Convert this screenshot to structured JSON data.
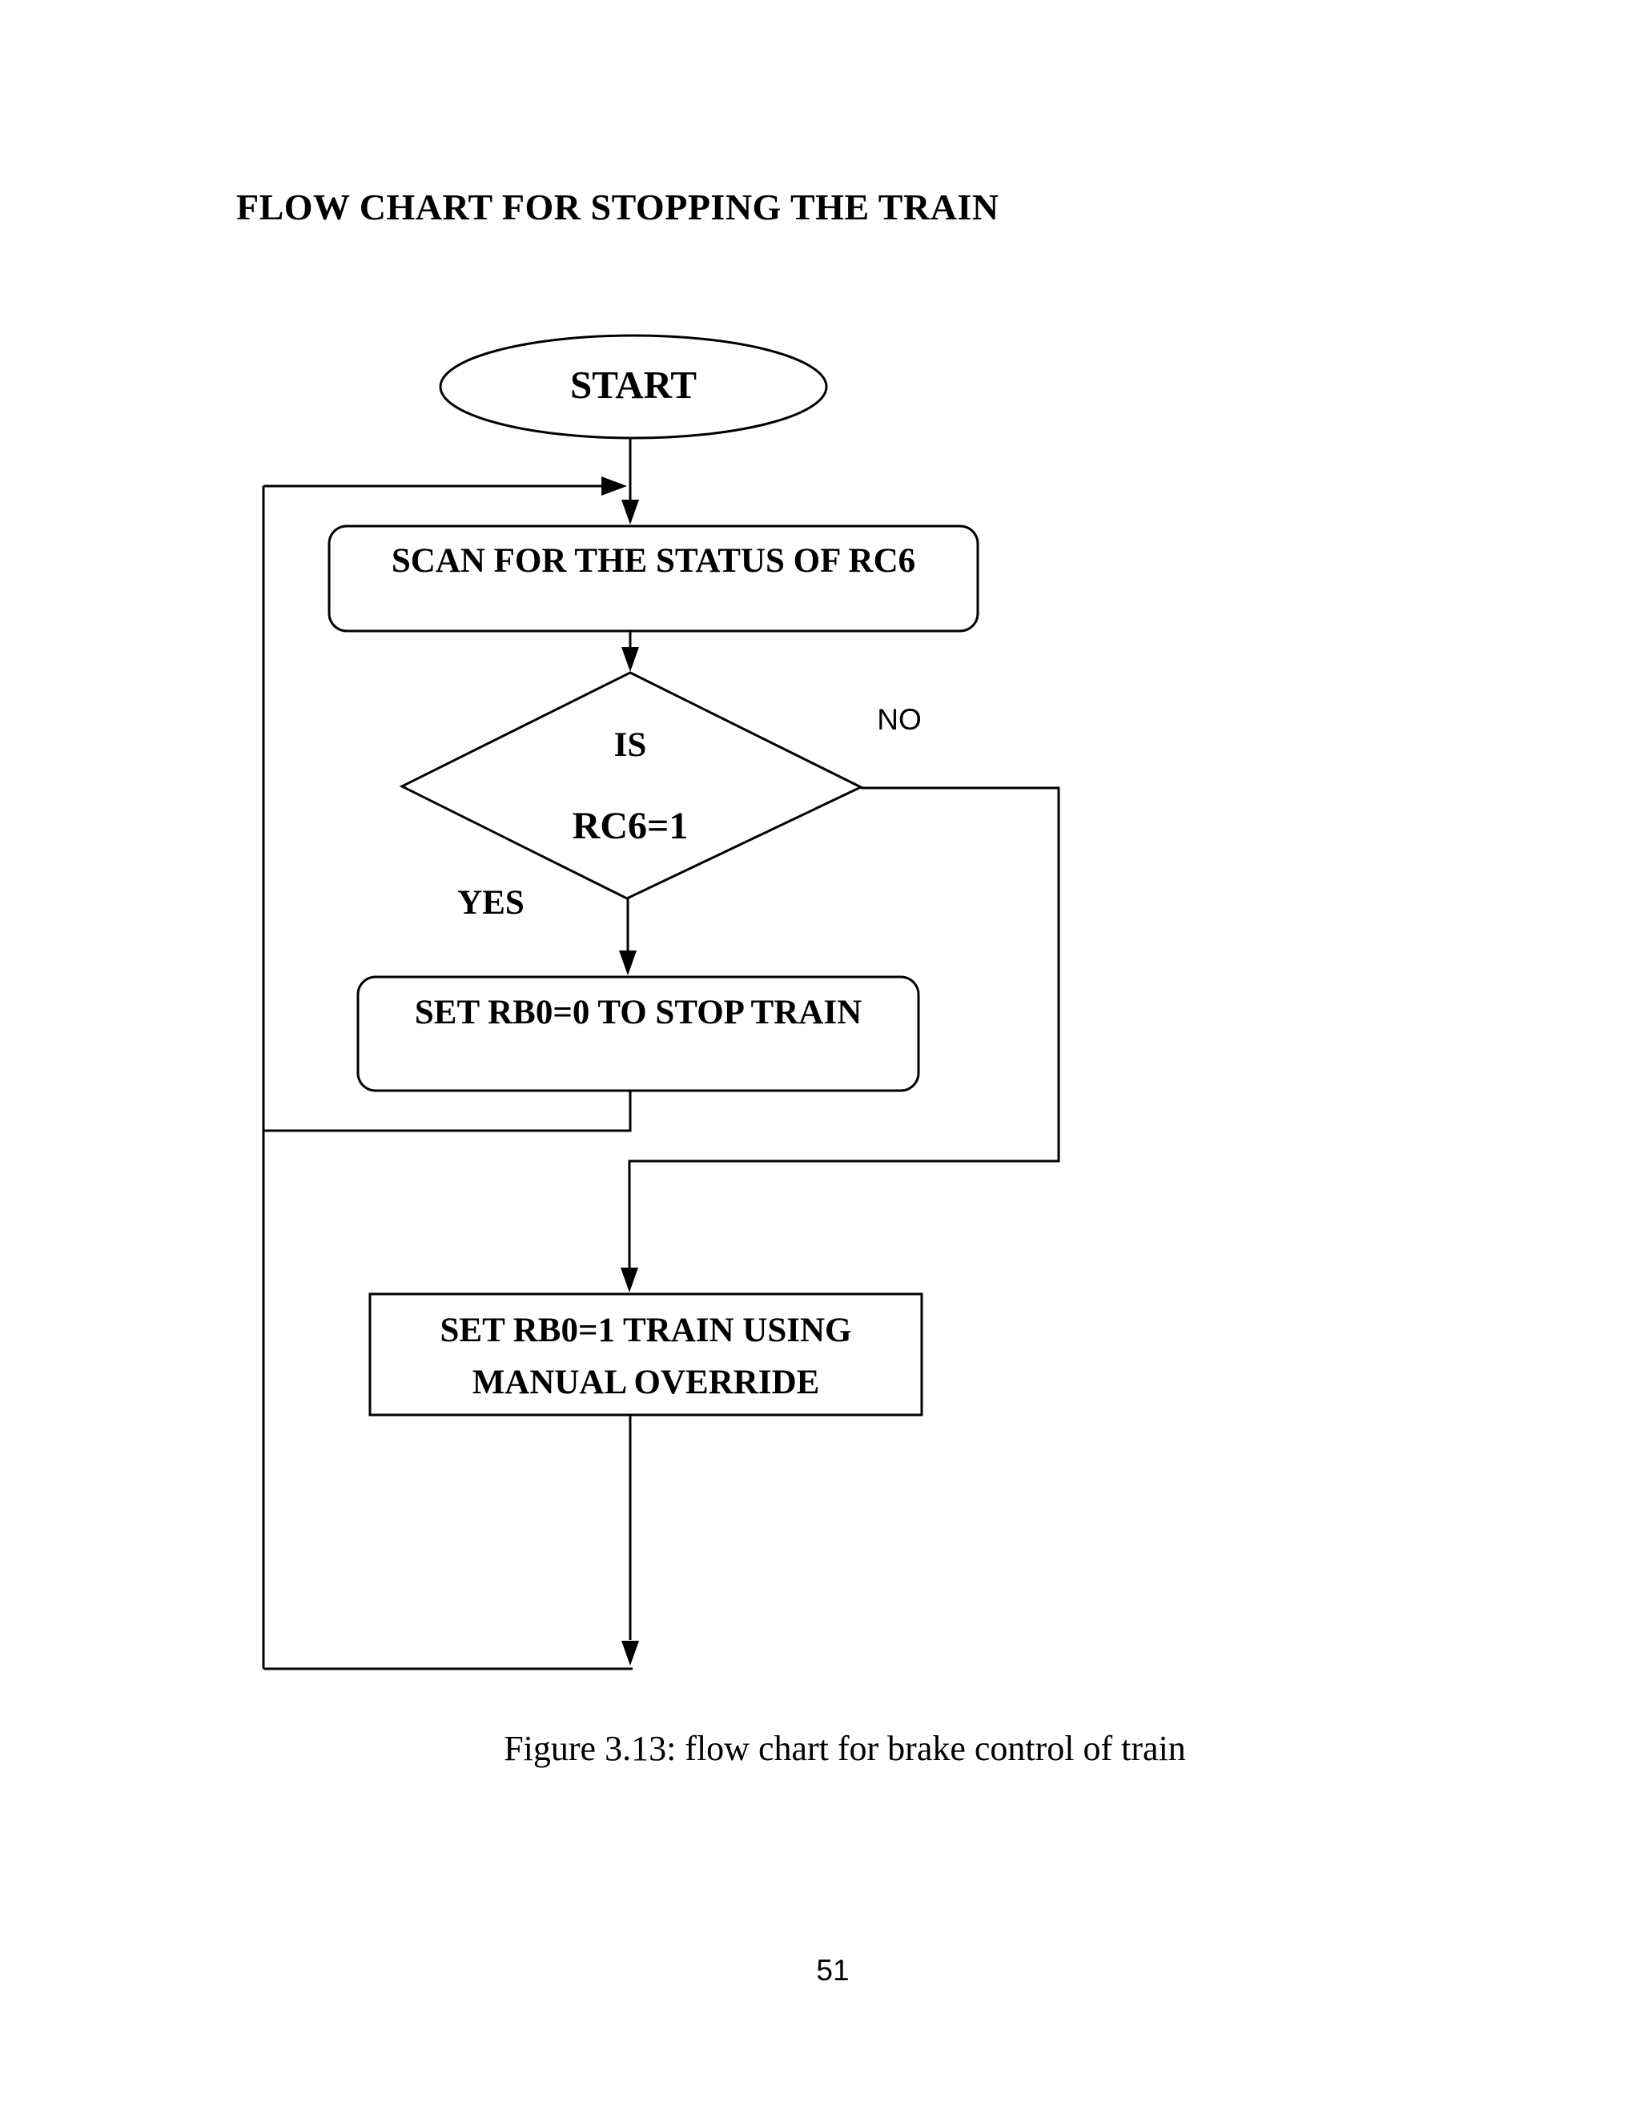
{
  "page": {
    "title": "FLOW CHART FOR STOPPING THE TRAIN",
    "caption": "Figure 3.13: flow chart for brake control of train",
    "page_number": "51"
  },
  "flowchart": {
    "start_label": "START",
    "scan_label": "SCAN FOR THE STATUS OF RC6",
    "decision_line1": "IS",
    "decision_line2": "RC6=1",
    "no_branch_label": "NO",
    "yes_branch_label": "YES",
    "stop_label": "SET RB0=0 TO STOP TRAIN",
    "override_line1": "SET RB0=1 TRAIN USING",
    "override_line2": "MANUAL OVERRIDE"
  },
  "colors": {
    "ink": "#000000",
    "background": "#ffffff"
  }
}
